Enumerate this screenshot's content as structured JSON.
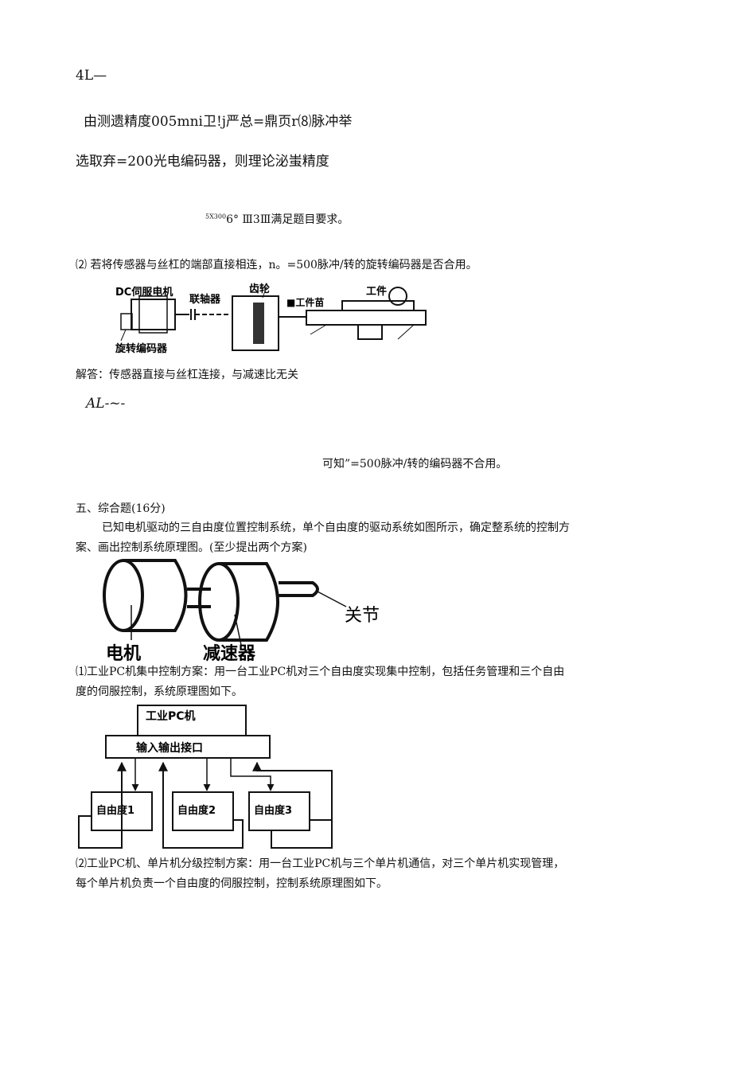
{
  "lines": {
    "l1": "4L—",
    "l2": "由测遗精度005mni卫!j严总=鼎页r⑻脉冲举",
    "l3": "选取弃=200光电编码器，则理论泌蚩精度",
    "l4_sup": "5X300",
    "l4_main": "6° Ⅲ3Ⅲ满足题目要求。",
    "l5": "⑵  若将传感器与丝杠的端部直接相连，n。=500脉冲/转的旋转编码器是否合用。",
    "answer": "解答：传感器直接与丝杠连接，与减速比无关",
    "al": "AL-~-",
    "conclusion": "可知”=500脉冲/转的编码器不合用。",
    "section_heading": "五、综合题(16分)",
    "problem_line1": "已知电机驱动的三自由度位置控制系统，单个自由度的驱动系统如图所示，确定整系统的控制方",
    "problem_line2": "案、画出控制系统原理图。(至少提出两个方案)",
    "scheme1_line1": "⑴工业PC机集中控制方案：用一台工业PC机对三个自由度实现集中控制，包括任务管理和三个自由",
    "scheme1_line2": "度的伺服控制，系统原理图如下。",
    "scheme2_line1": "⑵工业PC机、单片机分级控制方案：用一台工业PC机与三个单片机通信，对三个单片机实现管理，",
    "scheme2_line2": "每个单片机负责一个自由度的伺服控制，控制系统原理图如下。"
  },
  "figure1": {
    "dc_motor": "DC伺服电机",
    "coupling": "联轴器",
    "gear": "齿轮",
    "worktable": "■工件苗",
    "workpiece": "工件",
    "encoder": "旋转编码器"
  },
  "figure2": {
    "joint": "关节",
    "motor": "电机",
    "reducer": "减速器"
  },
  "figure3": {
    "pc": "工业PC机",
    "io": "输入输出接口",
    "dof1": "自由度1",
    "dof2": "自由度2",
    "dof3": "自由度3"
  }
}
